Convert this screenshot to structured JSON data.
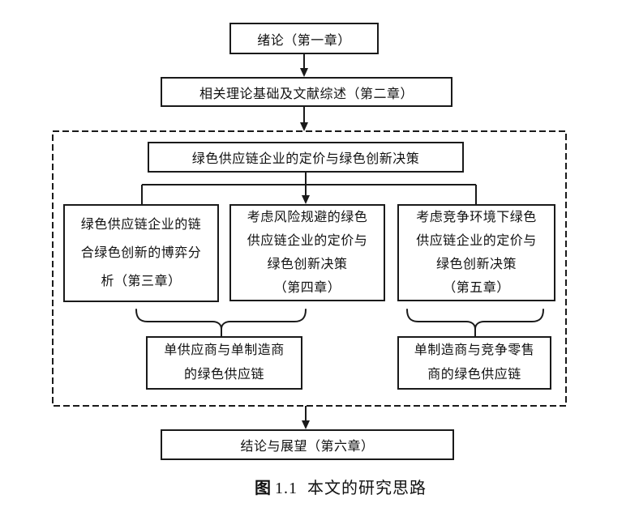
{
  "colors": {
    "background": "#ffffff",
    "line": "#1a1a1a",
    "text": "#111111"
  },
  "nodes": {
    "chapter1": {
      "lines": [
        "绪论（第一章）"
      ]
    },
    "chapter2": {
      "lines": [
        "相关理论基础及文献综述（第二章）"
      ]
    },
    "decision": {
      "lines": [
        "绿色供应链企业的定价与绿色创新决策"
      ]
    },
    "chapter3": {
      "lines": [
        "绿色供应链企业的链",
        "合绿色创新的博弈分",
        "析（第三章）"
      ]
    },
    "chapter4": {
      "lines": [
        "考虑风险规避的绿色",
        "供应链企业的定价与",
        "绿色创新决策",
        "（第四章）"
      ]
    },
    "chapter5": {
      "lines": [
        "考虑竞争环境下绿色",
        "供应链企业的定价与",
        "绿色创新决策",
        "（第五章）"
      ]
    },
    "chain_left": {
      "lines": [
        "单供应商与单制造商",
        "的绿色供应链"
      ]
    },
    "chain_right": {
      "lines": [
        "单制造商与竞争零售",
        "商的绿色供应链"
      ]
    },
    "chapter6": {
      "lines": [
        "结论与展望（第六章）"
      ]
    }
  },
  "caption": {
    "prefix": "图",
    "number": "1.1",
    "title": "本文的研究思路"
  }
}
